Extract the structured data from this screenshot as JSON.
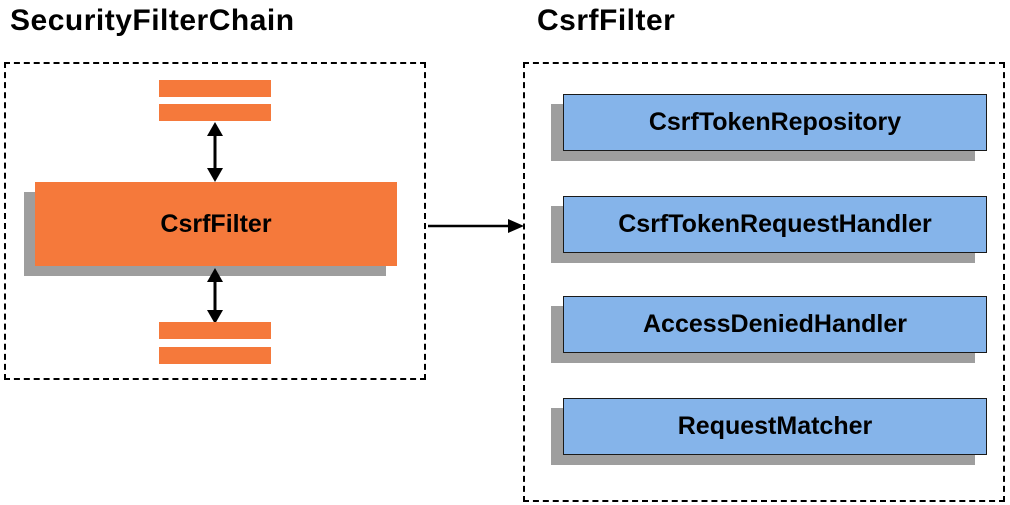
{
  "left_panel": {
    "title": "SecurityFilterChain",
    "filter_label": "CsrfFilter"
  },
  "right_panel": {
    "title": "CsrfFilter",
    "components": [
      {
        "label": "CsrfTokenRepository"
      },
      {
        "label": "CsrfTokenRequestHandler"
      },
      {
        "label": "AccessDeniedHandler"
      },
      {
        "label": "RequestMatcher"
      }
    ]
  },
  "colors": {
    "orange": "#F5793B",
    "blue": "#85B4EA",
    "shadow": "#9E9E9E",
    "line": "#000000"
  }
}
